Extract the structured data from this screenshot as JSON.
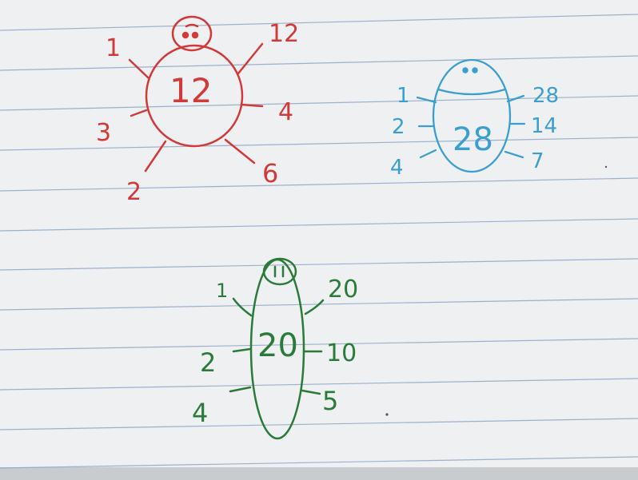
{
  "colors": {
    "paper": "#f2f3f4",
    "rule_line": "#9fb0c6",
    "red_ink": "#d23a3a",
    "blue_ink": "#3a9fd0",
    "green_ink": "#2a7a3a"
  },
  "drawings": [
    {
      "id": "red-bug",
      "ink": "red",
      "body_number": "12",
      "factor_labels": [
        "1",
        "12",
        "3",
        "4",
        "2",
        "6"
      ]
    },
    {
      "id": "blue-bug",
      "ink": "blue",
      "body_number": "28",
      "factor_labels": [
        "1",
        "28",
        "2",
        "14",
        "4",
        "7"
      ]
    },
    {
      "id": "green-bug",
      "ink": "green",
      "body_number": "20",
      "factor_labels": [
        "1",
        "20",
        "2",
        "10",
        "4",
        "5"
      ]
    }
  ]
}
